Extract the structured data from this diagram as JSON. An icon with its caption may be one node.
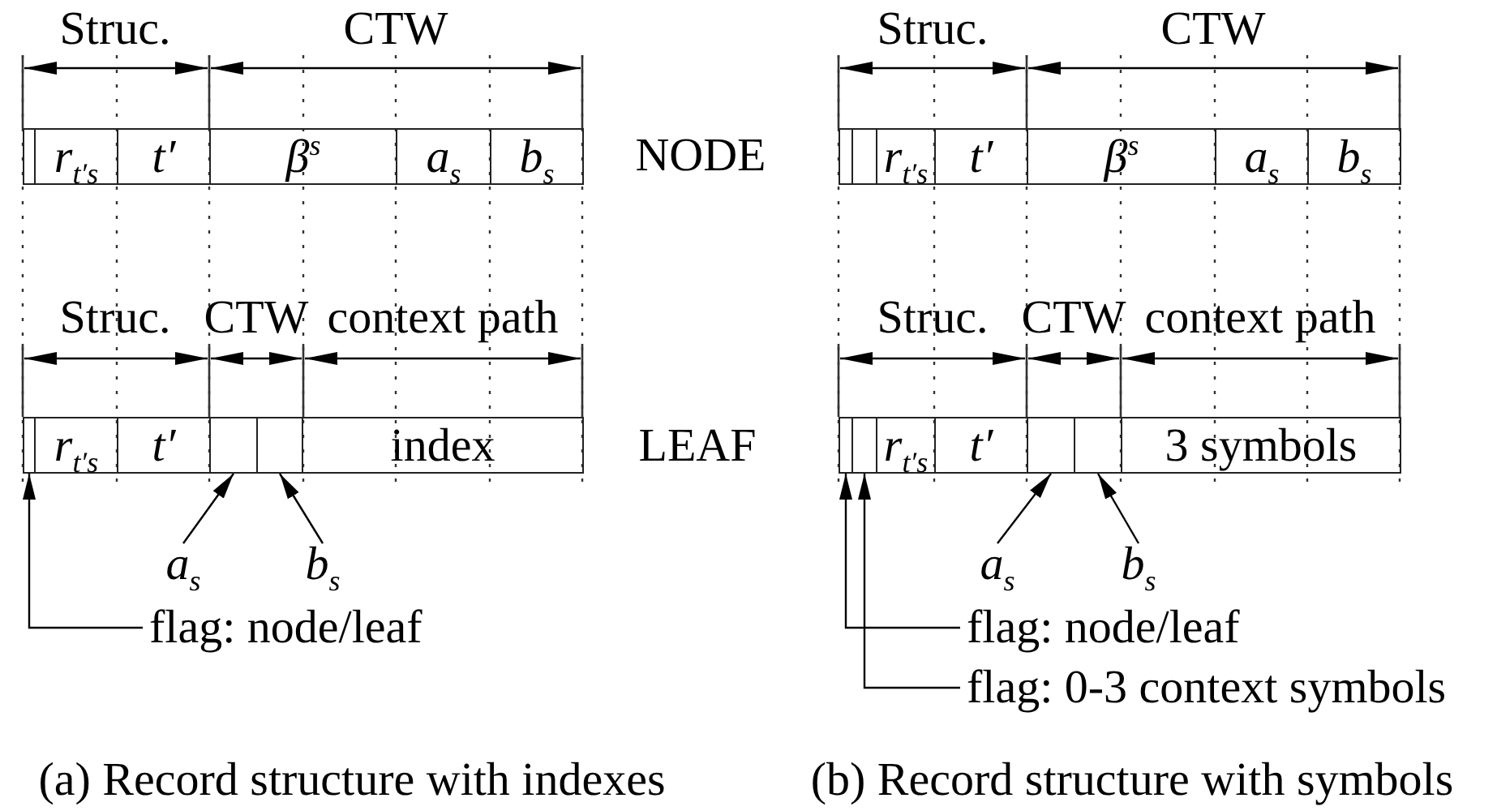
{
  "diagram": {
    "nodes": [
      {
        "text": [],
        "shape": "box"
      },
      {
        "text": [
          "r$_{t′s}$"
        ]
      },
      {
        "text": [
          "t′"
        ]
      },
      {
        "text": [
          "β$^{s}$"
        ]
      },
      {
        "text": [
          "a$_{s}$"
        ]
      },
      {
        "text": [
          "b$_{s}$"
        ]
      },
      {
        "text": [],
        "shape": "box"
      },
      {
        "text": [
          "r$_{t′s}$"
        ]
      },
      {
        "text": [
          "t′"
        ]
      },
      {
        "text": [],
        "shape": "box"
      },
      {
        "text": [],
        "shape": "box"
      },
      {
        "text": [
          "index"
        ]
      },
      {
        "text": [
          "a$_{s}$"
        ]
      },
      {
        "text": [
          "b$_{s}$"
        ]
      },
      {
        "text": [
          "flag: node/leaf"
        ]
      },
      {
        "text": [],
        "shape": "box"
      },
      {
        "text": [],
        "shape": "box"
      },
      {
        "text": [
          "r$_{t′s}$"
        ]
      },
      {
        "text": [
          "t′"
        ]
      },
      {
        "text": [
          "β$^{s}$"
        ]
      },
      {
        "text": [
          "a$_{s}$"
        ]
      },
      {
        "text": [
          "b$_{s}$"
        ]
      },
      {
        "text": [],
        "shape": "box"
      },
      {
        "text": [],
        "shape": "box"
      },
      {
        "text": [
          "r$_{t′s}$"
        ]
      },
      {
        "text": [
          "t′"
        ]
      },
      {
        "text": [],
        "shape": "box"
      },
      {
        "text": [],
        "shape": "box"
      },
      {
        "text": [
          "3 symbols"
        ]
      },
      {
        "text": [
          "a$_{s}$"
        ]
      },
      {
        "text": [
          "b$_{s}$"
        ]
      },
      {
        "text": [
          "flag: node/leaf"
        ]
      },
      {
        "text": [
          "flag: 0-3 context symbols"
        ]
      }
    ],
    "edges": [
      {
        "from": 12,
        "to": 9,
        "arrow": "to"
      },
      {
        "from": 13,
        "to": 10,
        "arrow": "to"
      },
      {
        "from": 14,
        "to": 6,
        "arrow": "to"
      },
      {
        "from": 29,
        "to": 26,
        "arrow": "to"
      },
      {
        "from": 30,
        "to": 27,
        "arrow": "to"
      },
      {
        "from": 31,
        "to": 22,
        "arrow": "to"
      },
      {
        "from": 32,
        "to": 23,
        "arrow": "to"
      }
    ],
    "labels": [
      "Struc.",
      "CTW",
      "Struc.",
      "CTW",
      "NODE",
      "Struc.",
      "CTW",
      "context path",
      "Struc.",
      "CTW",
      "context path",
      "LEAF",
      "(a) Record structure with indexes",
      "(b) Record structure with symbols"
    ]
  }
}
